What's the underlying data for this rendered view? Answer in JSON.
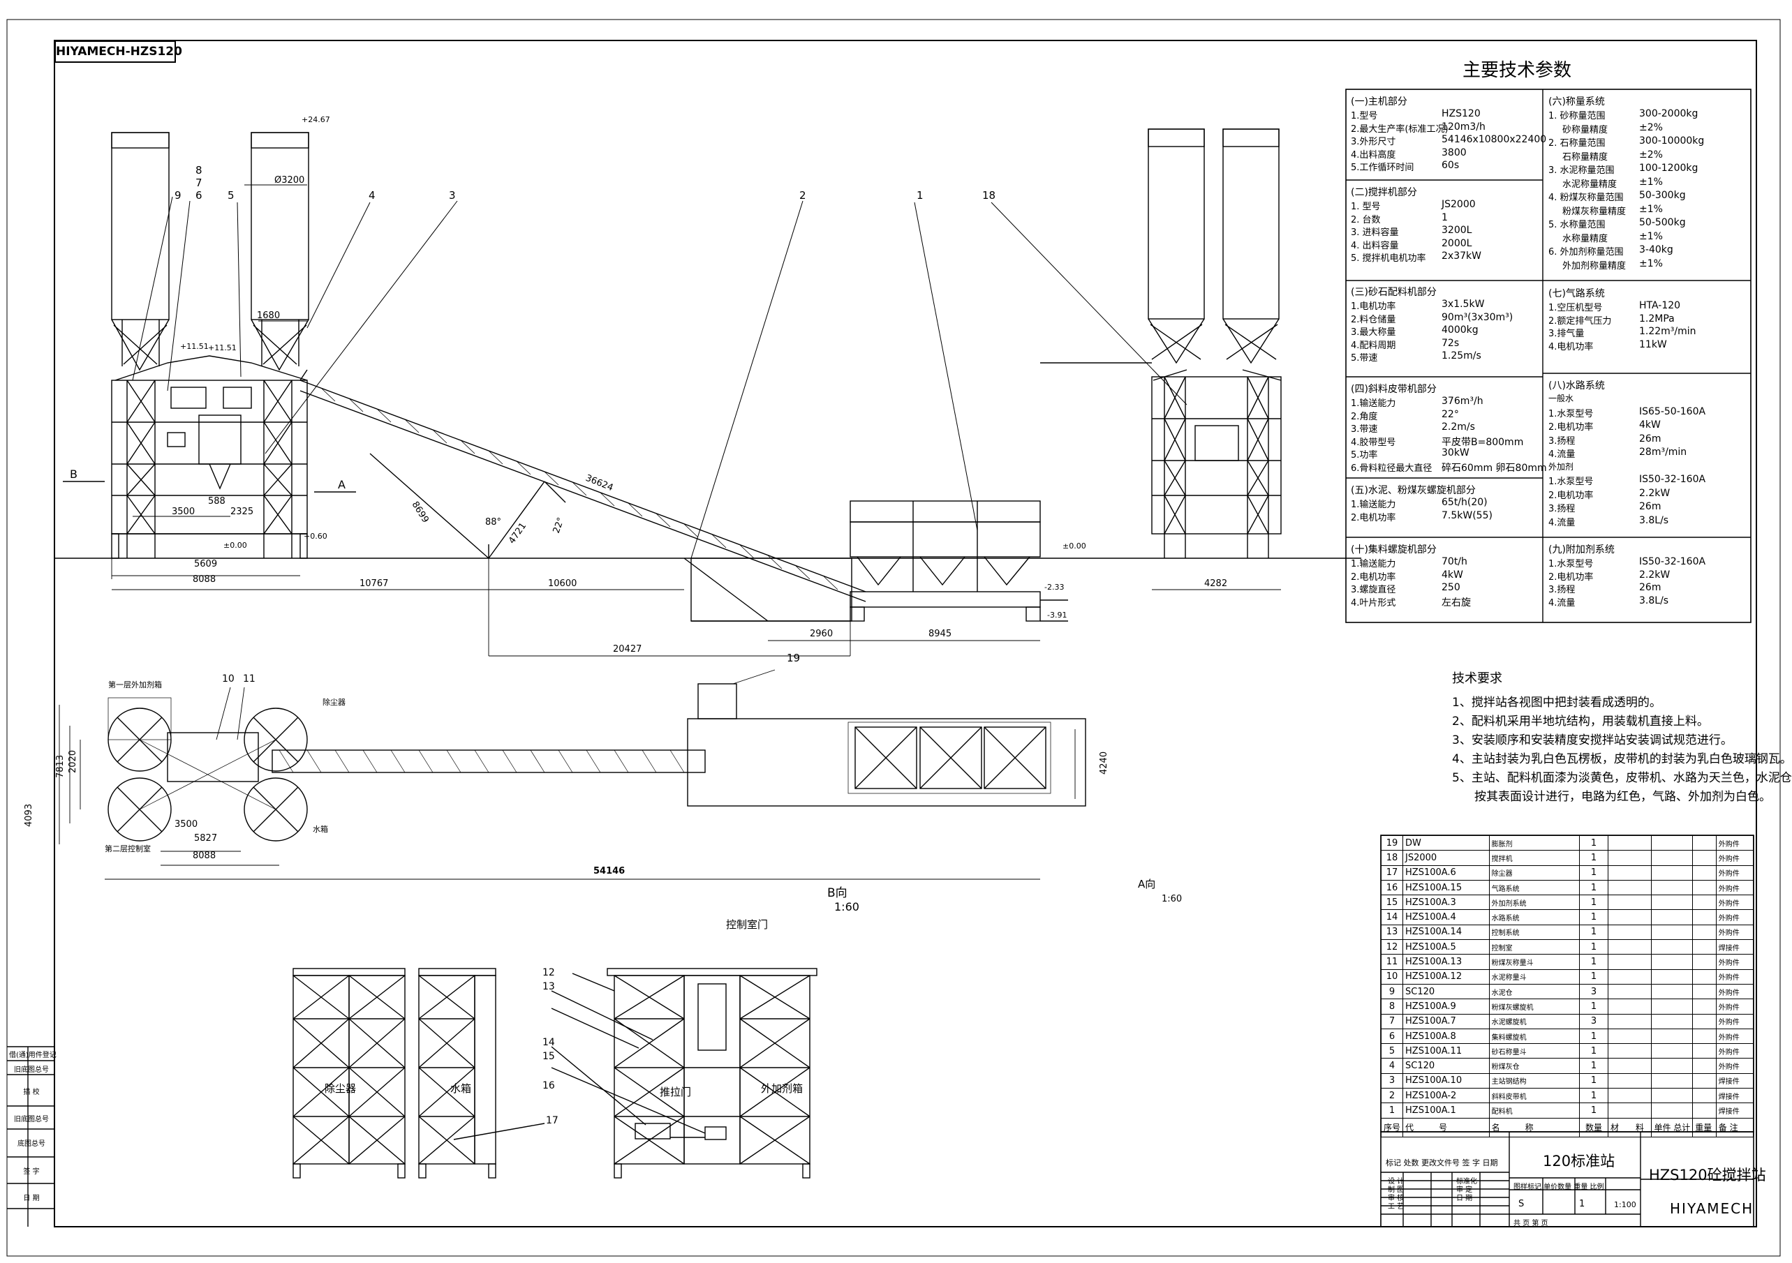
{
  "sheet_tag": "HIYAMECH-HZS120",
  "spec_title": "主要技术参数",
  "spec_panels": [
    {
      "title": "(一)主机部分",
      "rows": [
        [
          "1.型号",
          "HZS120"
        ],
        [
          "2.最大生产率(标准工况)",
          "120m3/h"
        ],
        [
          "3.外形尺寸",
          "54146x10800x22400"
        ],
        [
          "4.出料高度",
          "3800"
        ],
        [
          "5.工作循环时间",
          "60s"
        ]
      ]
    },
    {
      "title": "(二)搅拌机部分",
      "rows": [
        [
          "1. 型号",
          "JS2000"
        ],
        [
          "2. 台数",
          "1"
        ],
        [
          "3. 进料容量",
          "3200L"
        ],
        [
          "4. 出料容量",
          "2000L"
        ],
        [
          "5. 搅拌机电机功率",
          "2x37kW"
        ]
      ]
    },
    {
      "title": "(三)砂石配料机部分",
      "rows": [
        [
          "1.电机功率",
          "3x1.5kW"
        ],
        [
          "2.料仓储量",
          "90m³(3x30m³)"
        ],
        [
          "3.最大称量",
          "4000kg"
        ],
        [
          "4.配料周期",
          "72s"
        ],
        [
          "5.带速",
          "1.25m/s"
        ]
      ]
    },
    {
      "title": "(四)斜料皮带机部分",
      "rows": [
        [
          "1.输送能力",
          "376m³/h"
        ],
        [
          "2.角度",
          "22°"
        ],
        [
          "3.带速",
          "2.2m/s"
        ],
        [
          "4.胶带型号",
          "平皮带B=800mm"
        ],
        [
          "5.功率",
          "30kW"
        ],
        [
          "6.骨料粒径最大直径",
          "碎石60mm 卵石80mm"
        ]
      ]
    },
    {
      "title": "(五)水泥、粉煤灰螺旋机部分",
      "rows": [
        [
          "1.输送能力",
          "65t/h(20)"
        ],
        [
          "2.电机功率",
          "7.5kW(55)"
        ]
      ]
    },
    {
      "title": "(十)集料螺旋机部分",
      "rows": [
        [
          "1.输送能力",
          "70t/h"
        ],
        [
          "2.电机功率",
          "4kW"
        ],
        [
          "3.螺旋直径",
          "250"
        ],
        [
          "4.叶片形式",
          "左右旋"
        ]
      ]
    },
    {
      "title": "(六)称量系统",
      "rows": [
        [
          "1. 砂称量范围",
          "300-2000kg"
        ],
        [
          "砂称量精度",
          "±2%"
        ],
        [
          "2. 石称量范围",
          "300-10000kg"
        ],
        [
          "石称量精度",
          "±2%"
        ],
        [
          "3. 水泥称量范围",
          "100-1200kg"
        ],
        [
          "水泥称量精度",
          "±1%"
        ],
        [
          "4. 粉煤灰称量范围",
          "50-300kg"
        ],
        [
          "粉煤灰称量精度",
          "±1%"
        ],
        [
          "5. 水称量范围",
          "50-500kg"
        ],
        [
          "水称量精度",
          "±1%"
        ],
        [
          "6. 外加剂称量范围",
          "3-40kg"
        ],
        [
          "外加剂称量精度",
          "±1%"
        ]
      ]
    },
    {
      "title": "(七)气路系统",
      "rows": [
        [
          "1.空压机型号",
          "HTA-120"
        ],
        [
          "2.额定排气压力",
          "1.2MPa"
        ],
        [
          "3.排气量",
          "1.22m³/min"
        ],
        [
          "4.电机功率",
          "11kW"
        ]
      ]
    },
    {
      "title": "(八)水路系统",
      "rows": [
        [
          "一般水",
          "",
          ""
        ],
        [
          "1.水泵型号",
          "IS65-50-160A"
        ],
        [
          "2.电机功率",
          "4kW"
        ],
        [
          "3.扬程",
          "26m"
        ],
        [
          "4.流量",
          "28m³/min"
        ],
        [
          "外加剂",
          "",
          ""
        ],
        [
          "1.水泵型号",
          "IS50-32-160A"
        ],
        [
          "2.电机功率",
          "2.2kW"
        ],
        [
          "3.扬程",
          "26m"
        ],
        [
          "4.流量",
          "3.8L/s"
        ]
      ]
    },
    {
      "title": "(九)附加剂系统",
      "rows": [
        [
          "1.水泵型号",
          "IS50-32-160A"
        ],
        [
          "2.电机功率",
          "2.2kW"
        ],
        [
          "3.扬程",
          "26m"
        ],
        [
          "4.流量",
          "3.8L/s"
        ]
      ]
    }
  ],
  "req_title": "技术要求",
  "requirements": [
    "1、搅拌站各视图中把封装看成透明的。",
    "2、配料机采用半地坑结构，用装载机直接上料。",
    "3、安装顺序和安装精度安搅拌站安装调试规范进行。",
    "4、主站封装为乳白色瓦楞板，皮带机的封装为乳白色玻璃钢瓦。",
    "5、主站、配料机面漆为淡黄色，皮带机、水路为天兰色，水泥仓",
    "按其表面设计进行，电路为红色，气路、外加剂为白色。"
  ],
  "bom_rows": [
    [
      "19",
      "DW",
      "膨胀剂",
      "1",
      "",
      "",
      "",
      "外购件"
    ],
    [
      "18",
      "JS2000",
      "搅拌机",
      "1",
      "",
      "",
      "",
      "外购件"
    ],
    [
      "17",
      "HZS100A.6",
      "除尘器",
      "1",
      "",
      "",
      "",
      "外购件"
    ],
    [
      "16",
      "HZS100A.15",
      "气路系统",
      "1",
      "",
      "",
      "",
      "外购件"
    ],
    [
      "15",
      "HZS100A.3",
      "外加剂系统",
      "1",
      "",
      "",
      "",
      "外购件"
    ],
    [
      "14",
      "HZS100A.4",
      "水路系统",
      "1",
      "",
      "",
      "",
      "外购件"
    ],
    [
      "13",
      "HZS100A.14",
      "控制系统",
      "1",
      "",
      "",
      "",
      "外购件"
    ],
    [
      "12",
      "HZS100A.5",
      "控制室",
      "1",
      "",
      "",
      "",
      "焊接件"
    ],
    [
      "11",
      "HZS100A.13",
      "粉煤灰称量斗",
      "1",
      "",
      "",
      "",
      "外购件"
    ],
    [
      "10",
      "HZS100A.12",
      "水泥称量斗",
      "1",
      "",
      "",
      "",
      "外购件"
    ],
    [
      "9",
      "SC120",
      "水泥仓",
      "3",
      "",
      "",
      "",
      "外购件"
    ],
    [
      "8",
      "HZS100A.9",
      "粉煤灰螺旋机",
      "1",
      "",
      "",
      "",
      "外购件"
    ],
    [
      "7",
      "HZS100A.7",
      "水泥螺旋机",
      "3",
      "",
      "",
      "",
      "外购件"
    ],
    [
      "6",
      "HZS100A.8",
      "集料螺旋机",
      "1",
      "",
      "",
      "",
      "外购件"
    ],
    [
      "5",
      "HZS100A.11",
      "砂石称量斗",
      "1",
      "",
      "",
      "",
      "外购件"
    ],
    [
      "4",
      "SC120",
      "粉煤灰仓",
      "1",
      "",
      "",
      "",
      "外购件"
    ],
    [
      "3",
      "HZS100A.10",
      "主站钢结构",
      "1",
      "",
      "",
      "",
      "焊接件"
    ],
    [
      "2",
      "HZS100A-2",
      "斜料皮带机",
      "1",
      "",
      "",
      "",
      "焊接件"
    ],
    [
      "1",
      "HZS100A.1",
      "配料机",
      "1",
      "",
      "",
      "",
      "焊接件"
    ]
  ],
  "bom_header": [
    "序号",
    "代",
    "号",
    "名",
    "称",
    "数量",
    "材",
    "料",
    "单件",
    "总计",
    "备 注"
  ],
  "bom_header_weight": "重量",
  "title_block": {
    "standard": "120标准站",
    "product": "HZS120砼搅拌站",
    "company": "HIYAMECH",
    "scale_label": "比例",
    "scale": "1:100",
    "stage": "S",
    "qty": "1",
    "rows_left": [
      "标记",
      "处数",
      "更改文件号",
      "签 字",
      "日期"
    ],
    "roles1": [
      "设 计",
      "制 图",
      "审 核",
      "工 艺"
    ],
    "roles2": [
      "标准化",
      "审 定",
      "日 期"
    ],
    "mid_labels": [
      "图样标记",
      "单价数量",
      "重量",
      "比例"
    ],
    "bottom": [
      "共",
      "页",
      "第",
      "页"
    ]
  },
  "left_sidebar": [
    "借(通)用件登记",
    "旧底图总号",
    "描 校",
    "旧底图总号",
    "底图总号",
    "签 字",
    "日 期"
  ],
  "view_labels": {
    "b_dir": "B向",
    "b_scale": "1:60",
    "a_dir": "A向",
    "a_scale": "1:60",
    "b_mark": "B",
    "a_mark": "A",
    "control_door": "控制室门",
    "dust": "除尘器",
    "water": "水箱",
    "additive": "外加剂箱",
    "pull_door": "推拉门",
    "plan_additive": "第一层外加剂箱",
    "plan_dust": "除尘器",
    "plan_control": "第二层控制室",
    "plan_water": "水箱"
  },
  "dimensions": {
    "silo_dia": "Ø3200",
    "top_elev": "+24.67",
    "d1680": "1680",
    "d3500": "3500",
    "d2325": "2325",
    "d588": "588",
    "d5609": "5609",
    "d8088": "8088",
    "d10767": "10767",
    "d10600": "10600",
    "d20427": "20427",
    "d2960": "2960",
    "d8945": "8945",
    "d4282": "4282",
    "d36624": "36624",
    "d8699": "8699",
    "d4721": "4721",
    "a88": "88°",
    "a22": "22°",
    "d1150a": "+11.51",
    "d1150b": "+11.51",
    "zero1": "±0.00",
    "zero2": "±0.00",
    "zero3": "±0.00",
    "neg233": "-2.33",
    "neg391": "-3.91",
    "d4093": "4093",
    "d7813": "7813",
    "d2020": "2020",
    "p3500": "3500",
    "p5827": "5827",
    "p8088": "8088",
    "p54146": "54146",
    "d4240": "4240",
    "d060": "+0.60"
  },
  "callouts": [
    "1",
    "2",
    "3",
    "4",
    "5",
    "6",
    "7",
    "8",
    "9",
    "10",
    "11",
    "12",
    "13",
    "14",
    "15",
    "16",
    "17",
    "18",
    "19"
  ]
}
